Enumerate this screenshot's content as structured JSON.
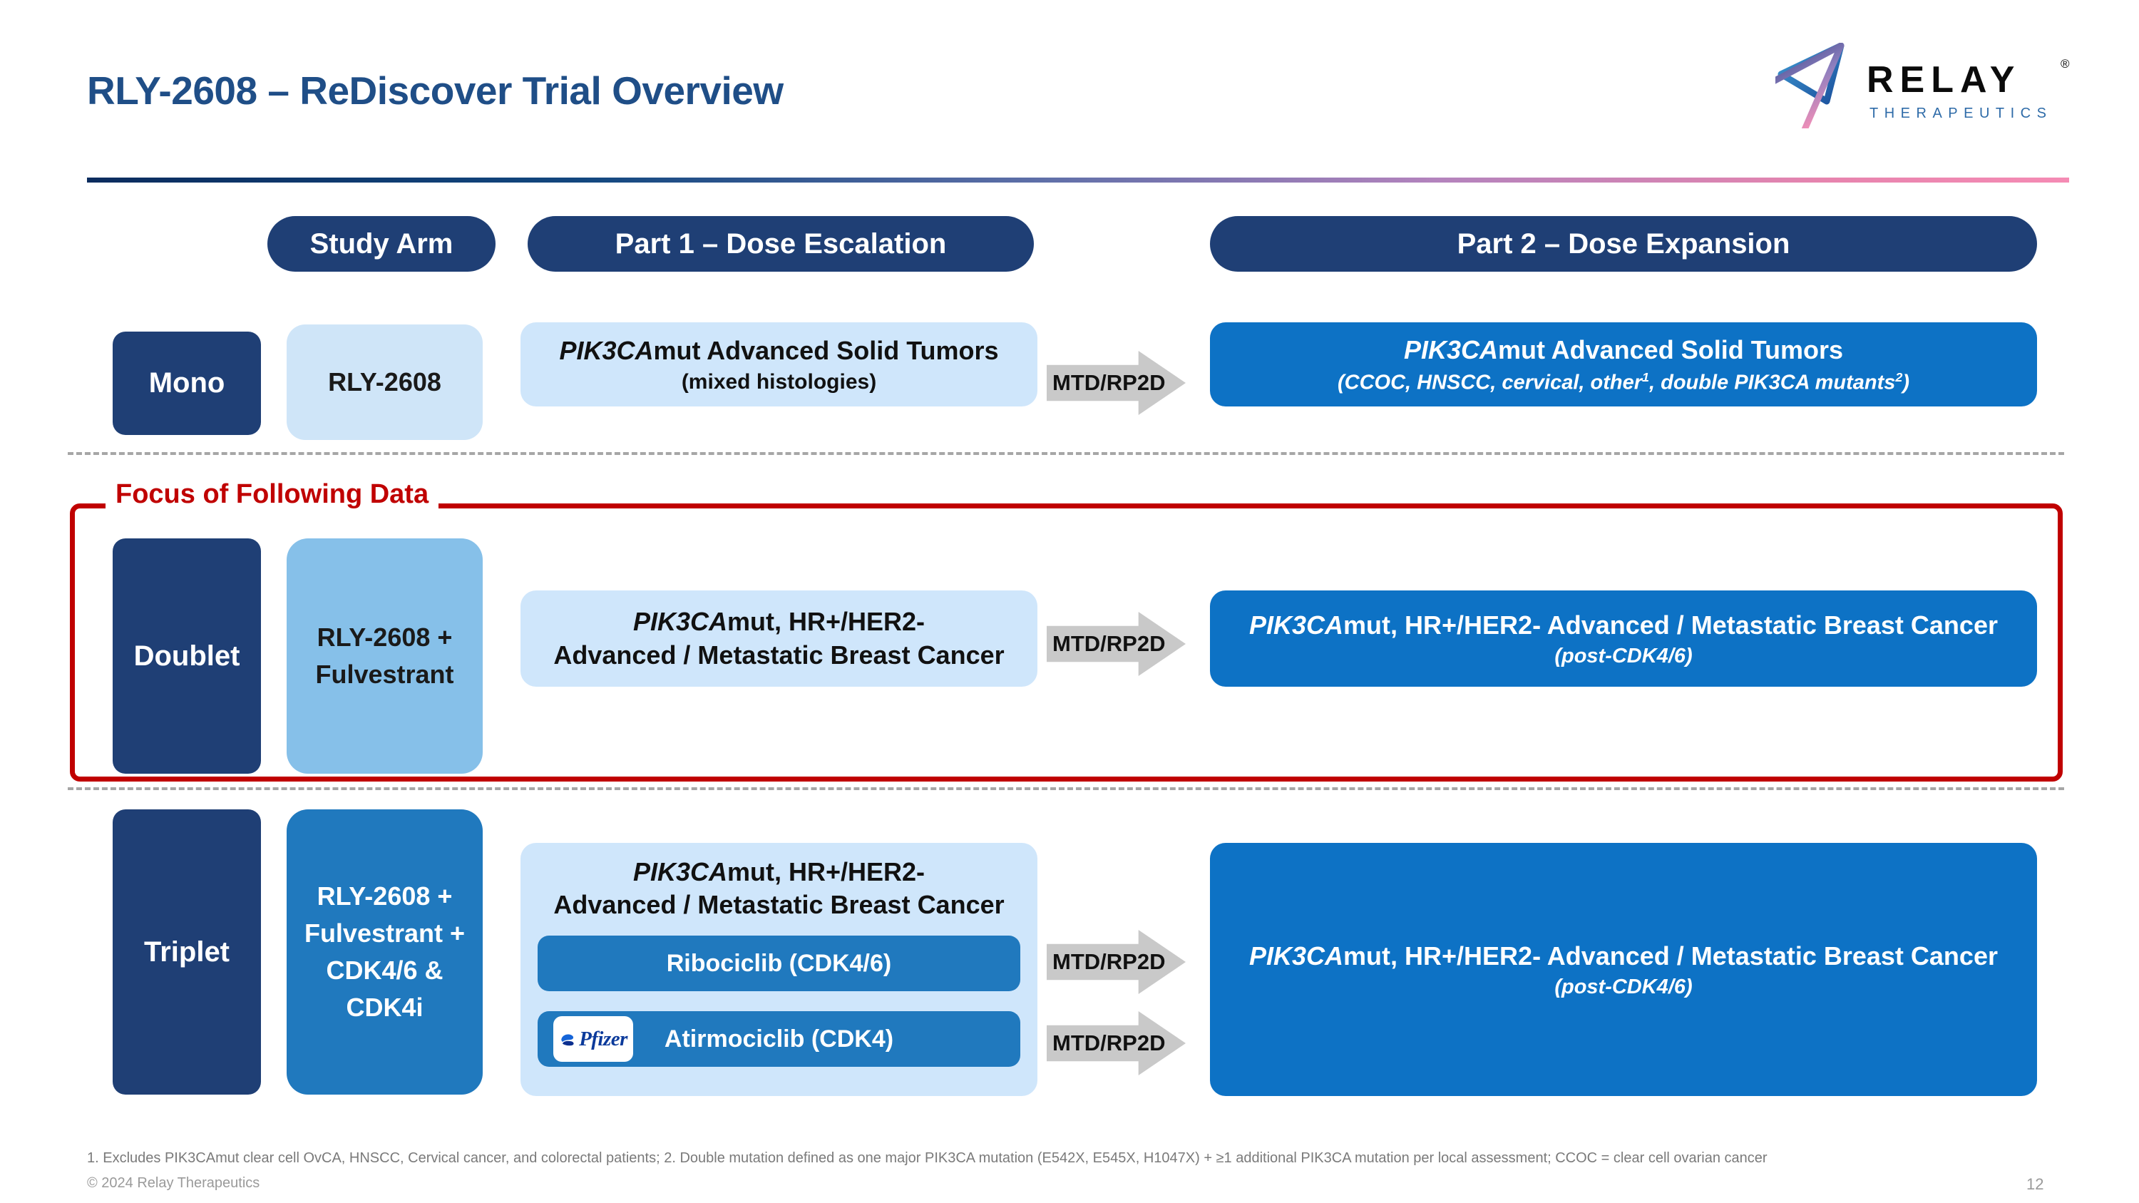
{
  "header": {
    "title": "RLY-2608 – ReDiscover Trial Overview",
    "logo": {
      "word": "RELAY",
      "registered": "®",
      "sub": "THERAPEUTICS"
    }
  },
  "columns": {
    "study_arm": "Study Arm",
    "part1": "Part 1 – Dose Escalation",
    "part2": "Part 2 – Dose Expansion"
  },
  "transition_label": "MTD/RP2D",
  "focus_callout": "Focus of Following Data",
  "rows": [
    {
      "arm": "Mono",
      "drug": "RLY-2608",
      "part1": {
        "gene": "PIK3CA",
        "line1": "mut Advanced Solid Tumors",
        "line2": "(mixed histologies)"
      },
      "part2": {
        "gene": "PIK3CA",
        "line1": "mut Advanced Solid Tumors",
        "line2_a": "(CCOC, HNSCC, cervical, other",
        "line2_sup1": "1",
        "line2_b": ", double PIK3CA mutants",
        "line2_sup2": "2",
        "line2_c": ")"
      }
    },
    {
      "arm": "Doublet",
      "drug": "RLY-2608 + Fulvestrant",
      "part1": {
        "gene": "PIK3CA",
        "line1": "mut, HR+/HER2-",
        "line2": "Advanced / Metastatic Breast Cancer"
      },
      "part2": {
        "gene": "PIK3CA",
        "line1": "mut, HR+/HER2- Advanced / Metastatic Breast Cancer",
        "line2": "(post-CDK4/6)"
      }
    },
    {
      "arm": "Triplet",
      "drug": "RLY-2608 + Fulvestrant  + CDK4/6 & CDK4i",
      "part1": {
        "gene": "PIK3CA",
        "line1": "mut, HR+/HER2-",
        "line2": "Advanced / Metastatic Breast Cancer",
        "sub_drugs": [
          {
            "label": "Ribociclib (CDK4/6)",
            "partner": null
          },
          {
            "label": "Atirmociclib (CDK4)",
            "partner": "Pfizer"
          }
        ]
      },
      "part2": {
        "gene": "PIK3CA",
        "line1": "mut, HR+/HER2- Advanced / Metastatic Breast Cancer",
        "line2": "(post-CDK4/6)"
      }
    }
  ],
  "footer": {
    "footnote": "1. Excludes PIK3CAmut clear cell OvCA, HNSCC, Cervical cancer, and colorectal patients;  2. Double mutation defined as one major PIK3CA mutation (E542X, E545X, H1047X) + ≥1 additional PIK3CA mutation per local assessment;  CCOC = clear cell ovarian cancer",
    "copyright": "© 2024 Relay Therapeutics",
    "page": "12"
  },
  "colors": {
    "title_blue": "#1F4E87",
    "pill_navy": "#1F3F75",
    "part1_light": "#CFE6FB",
    "part2_blue": "#0D72C5",
    "doublet_drug": "#86C0E9",
    "triplet_drug": "#2079BE",
    "focus_red": "#C00000",
    "arrow_gray": "#C9C9C9"
  }
}
